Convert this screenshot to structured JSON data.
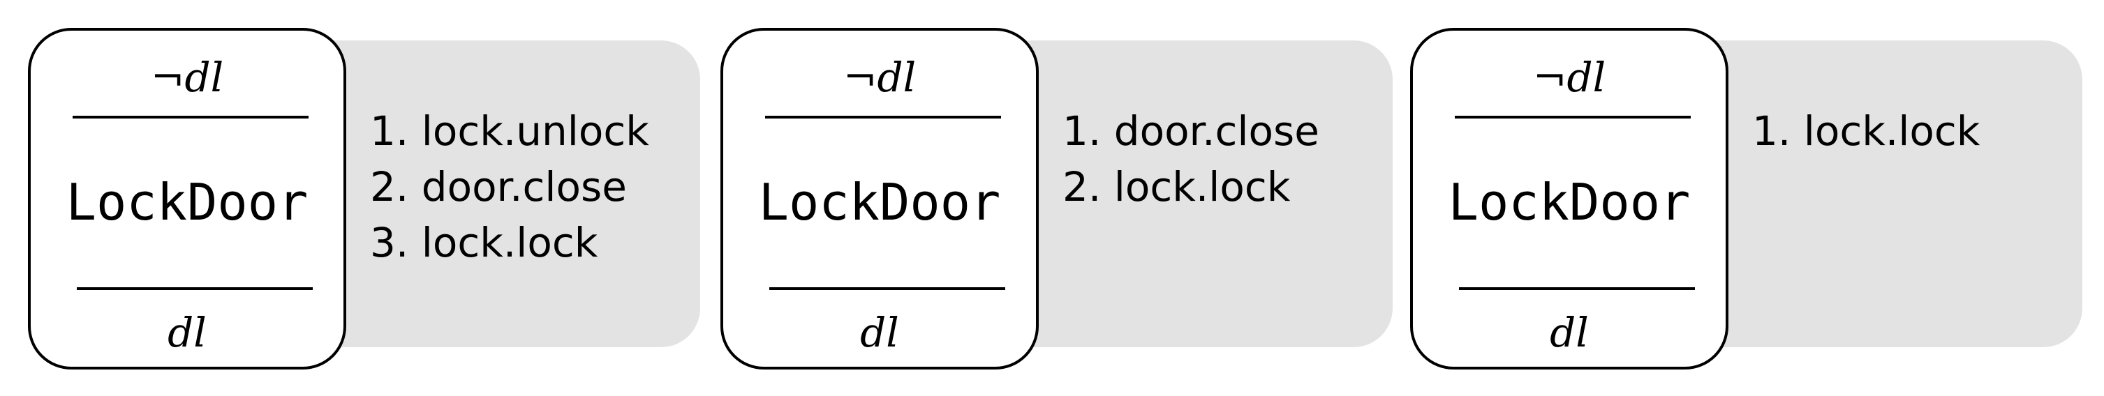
{
  "panels": [
    {
      "precondition": "¬dl",
      "name": "LockDoor",
      "postcondition": "dl",
      "steps": [
        "1. lock.unlock",
        "2. door.close",
        "3. lock.lock"
      ]
    },
    {
      "precondition": "¬dl",
      "name": "LockDoor",
      "postcondition": "dl",
      "steps": [
        "1. door.close",
        "2. lock.lock"
      ]
    },
    {
      "precondition": "¬dl",
      "name": "LockDoor",
      "postcondition": "dl",
      "steps": [
        "1. lock.lock"
      ]
    }
  ]
}
